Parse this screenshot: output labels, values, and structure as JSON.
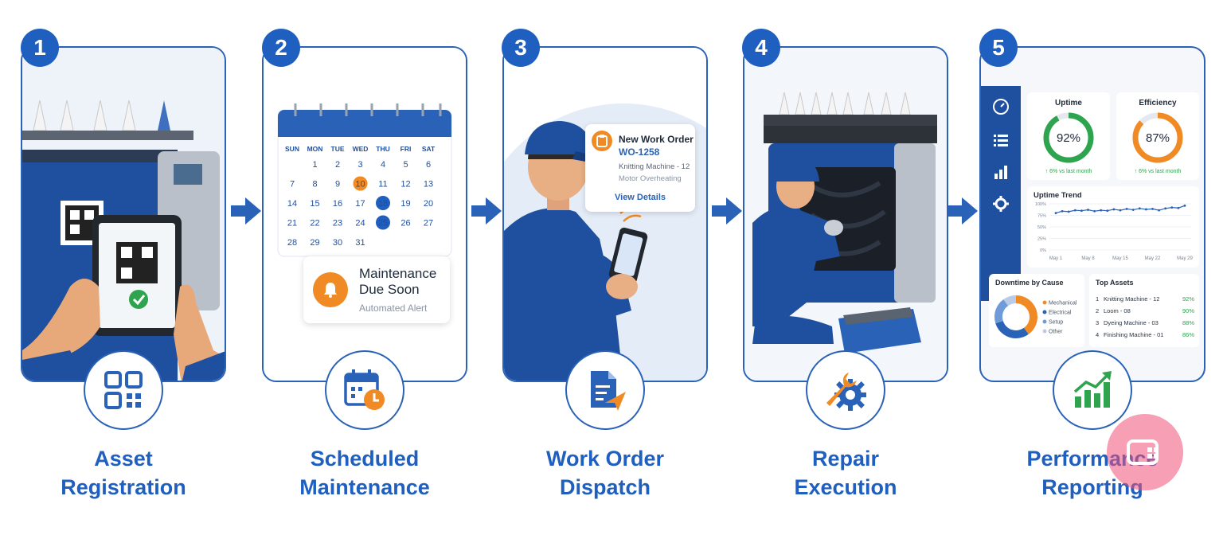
{
  "steps": [
    {
      "number": "1",
      "label_line1": "Asset",
      "label_line2": "Registration",
      "icon": "qr-code-icon"
    },
    {
      "number": "2",
      "label_line1": "Scheduled",
      "label_line2": "Maintenance",
      "icon": "calendar-clock-icon"
    },
    {
      "number": "3",
      "label_line1": "Work Order",
      "label_line2": "Dispatch",
      "icon": "document-send-icon"
    },
    {
      "number": "4",
      "label_line1": "Repair",
      "label_line2": "Execution",
      "icon": "wrench-gear-icon"
    },
    {
      "number": "5",
      "label_line1": "Performance",
      "label_line2": "Reporting",
      "icon": "growth-chart-icon"
    }
  ],
  "calendar": {
    "weekdays": [
      "SUN",
      "MON",
      "TUE",
      "WED",
      "THU",
      "FRI",
      "SAT"
    ],
    "days": [
      "",
      "1",
      "2",
      "3",
      "4",
      "5",
      "6",
      "7",
      "8",
      "9",
      "10",
      "11",
      "12",
      "13",
      "14",
      "15",
      "16",
      "17",
      "18",
      "19",
      "20",
      "21",
      "22",
      "23",
      "24",
      "25",
      "26",
      "27",
      "28",
      "29",
      "30",
      "31"
    ],
    "highlight_orange": "10",
    "highlight_blue": [
      "18",
      "25"
    ],
    "alert_title": "Maintenance Due Soon",
    "alert_title_line1": "Maintenance",
    "alert_title_line2": "Due Soon",
    "alert_subtitle": "Automated Alert"
  },
  "work_order": {
    "title": "New Work Order",
    "id": "WO-1258",
    "machine": "Knitting Machine - 12",
    "issue": "Motor Overheating",
    "link": "View Details"
  },
  "dashboard": {
    "uptime_label": "Uptime",
    "uptime_value": "92%",
    "uptime_pct": 92,
    "uptime_delta": "↑ 6% vs last month",
    "efficiency_label": "Efficiency",
    "efficiency_value": "87%",
    "efficiency_pct": 87,
    "efficiency_delta": "↑ 6% vs last month",
    "trend_title": "Uptime Trend",
    "trend_y_ticks": [
      "100%",
      "75%",
      "50%",
      "25%",
      "0%"
    ],
    "trend_x_ticks": [
      "May 1",
      "May 8",
      "May 15",
      "May 22",
      "May 29"
    ],
    "trend_values": [
      80,
      84,
      83,
      86,
      85,
      87,
      84,
      86,
      85,
      88,
      86,
      89,
      87,
      90,
      88,
      89,
      86,
      90,
      92,
      91,
      96
    ],
    "downtime_title": "Downtime by Cause",
    "downtime_causes": [
      {
        "name": "Mechanical",
        "share": 40,
        "color": "#f08a24"
      },
      {
        "name": "Electrical",
        "share": 30,
        "color": "#2a62b8"
      },
      {
        "name": "Setup",
        "share": 20,
        "color": "#6f9bd8"
      },
      {
        "name": "Other",
        "share": 10,
        "color": "#b9cbe6"
      }
    ],
    "top_assets_title": "Top Assets",
    "top_assets": [
      {
        "rank": "1",
        "name": "Knitting Machine - 12",
        "value": "92%"
      },
      {
        "rank": "2",
        "name": "Loom - 08",
        "value": "90%"
      },
      {
        "rank": "3",
        "name": "Dyeing Machine - 03",
        "value": "88%"
      },
      {
        "rank": "4",
        "name": "Finishing Machine - 01",
        "value": "86%"
      }
    ]
  },
  "colors": {
    "primary": "#1f5fbf",
    "accent": "#f08a24",
    "success": "#2ea44f"
  }
}
